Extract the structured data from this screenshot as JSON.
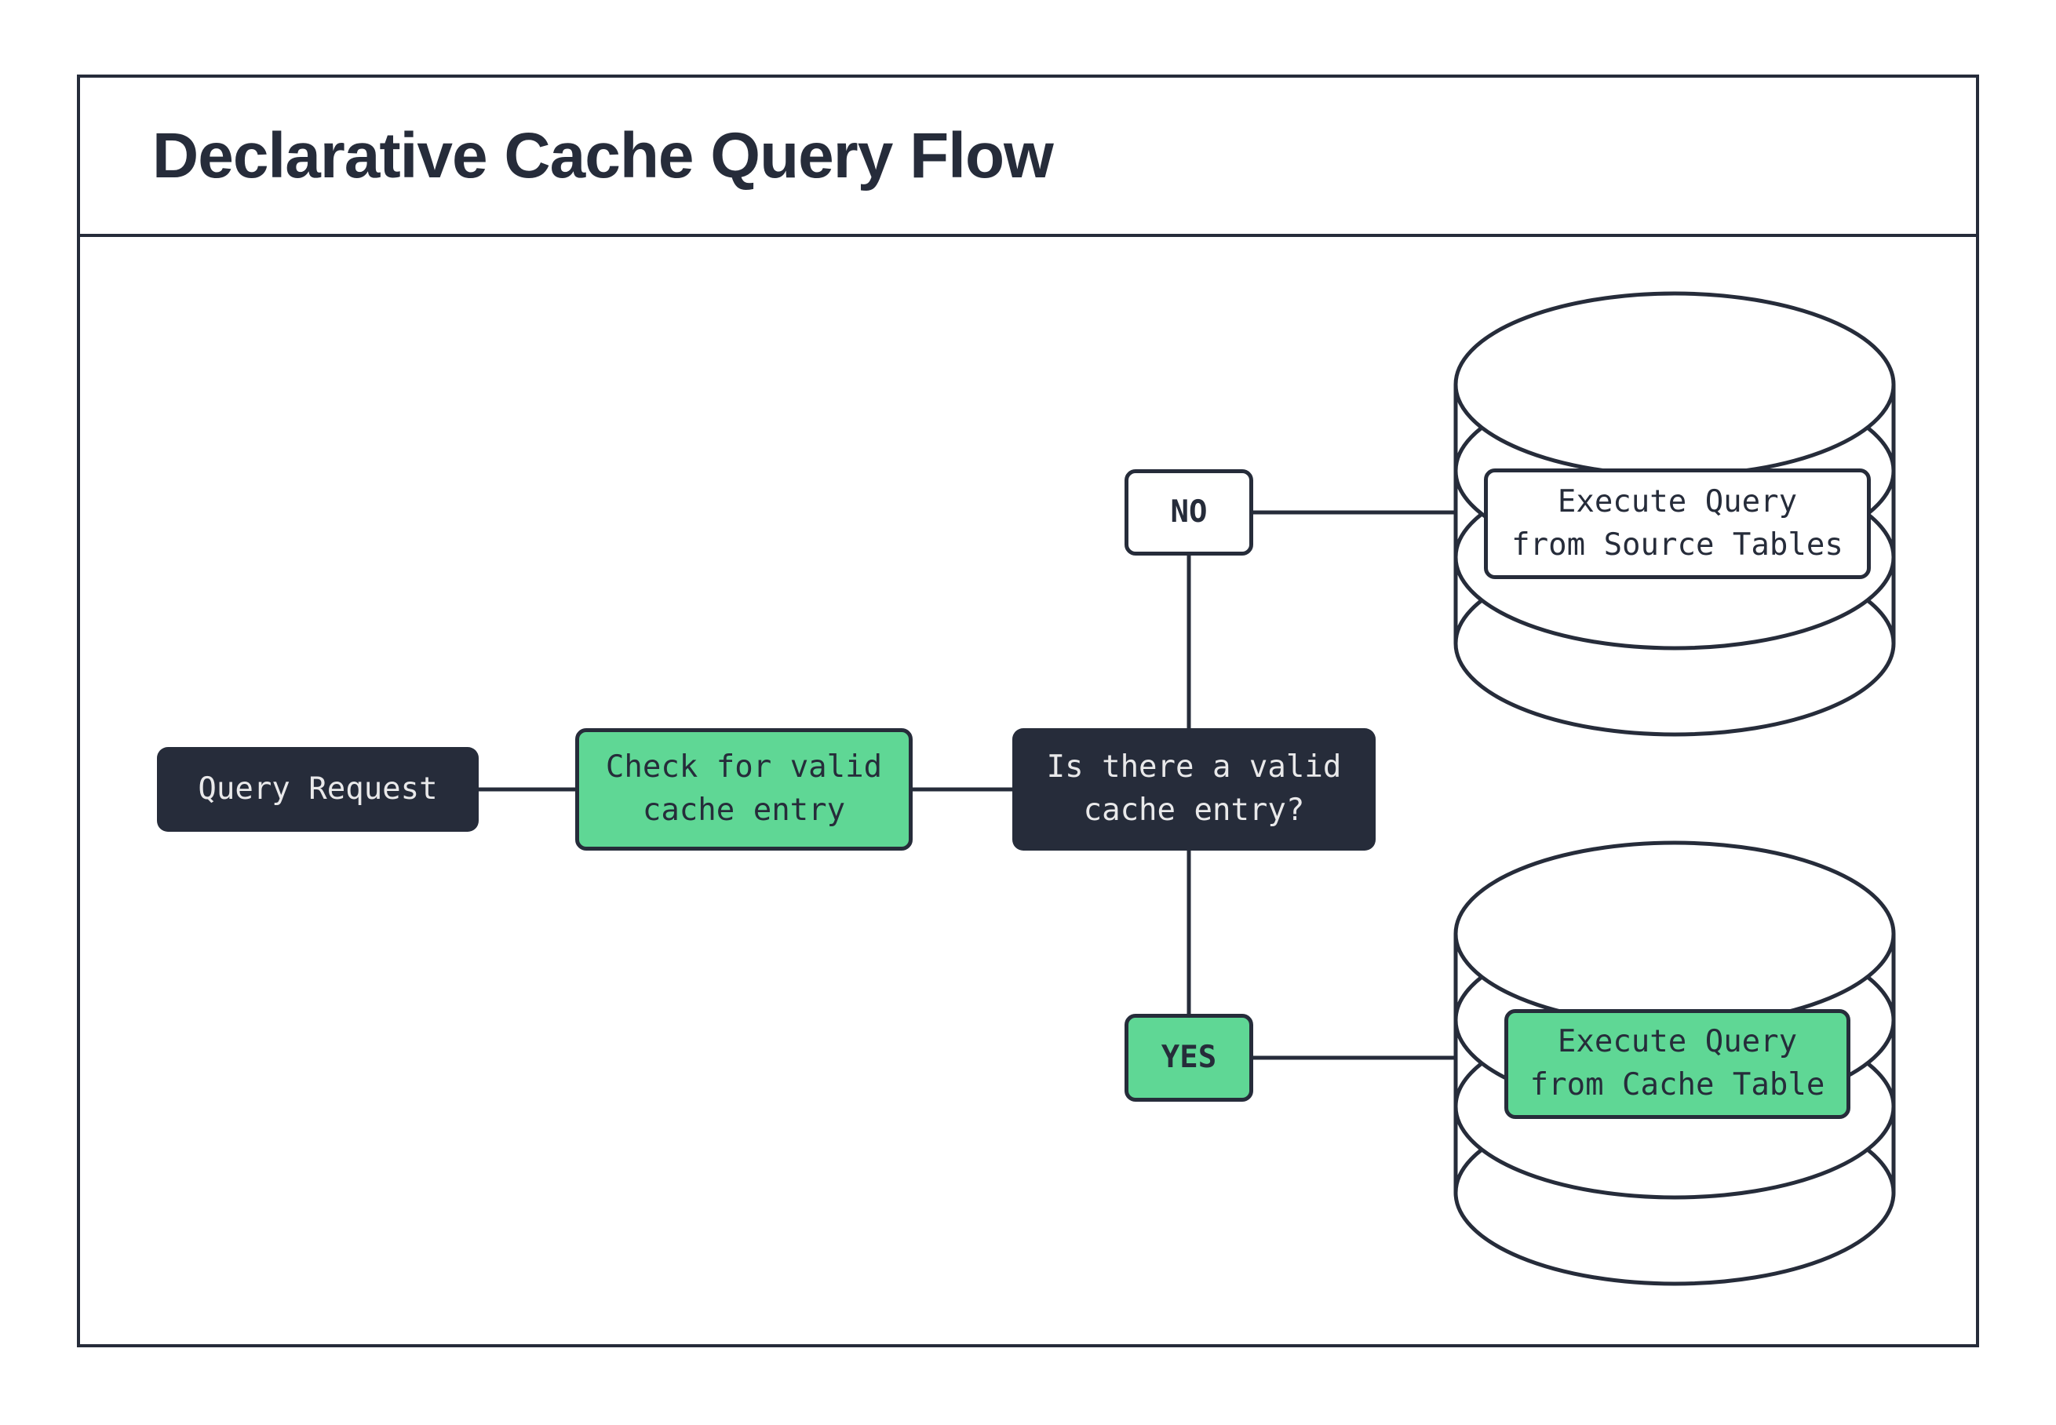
{
  "title": "Declarative Cache Query Flow",
  "colors": {
    "ink": "#262c3a",
    "green": "#5fd795",
    "paper": "#ffffff",
    "light_text": "#e9e9ea"
  },
  "flow": {
    "query_request": "Query Request",
    "check_cache": "Check for valid\ncache entry",
    "decision": "Is there a valid\ncache entry?",
    "branch_no": "NO",
    "branch_yes": "YES",
    "source_db_action": "Execute Query\nfrom Source Tables",
    "cache_db_action": "Execute Query\nfrom Cache Table"
  },
  "icons": {
    "source_database": "database-cylinder",
    "cache_database": "database-cylinder"
  }
}
